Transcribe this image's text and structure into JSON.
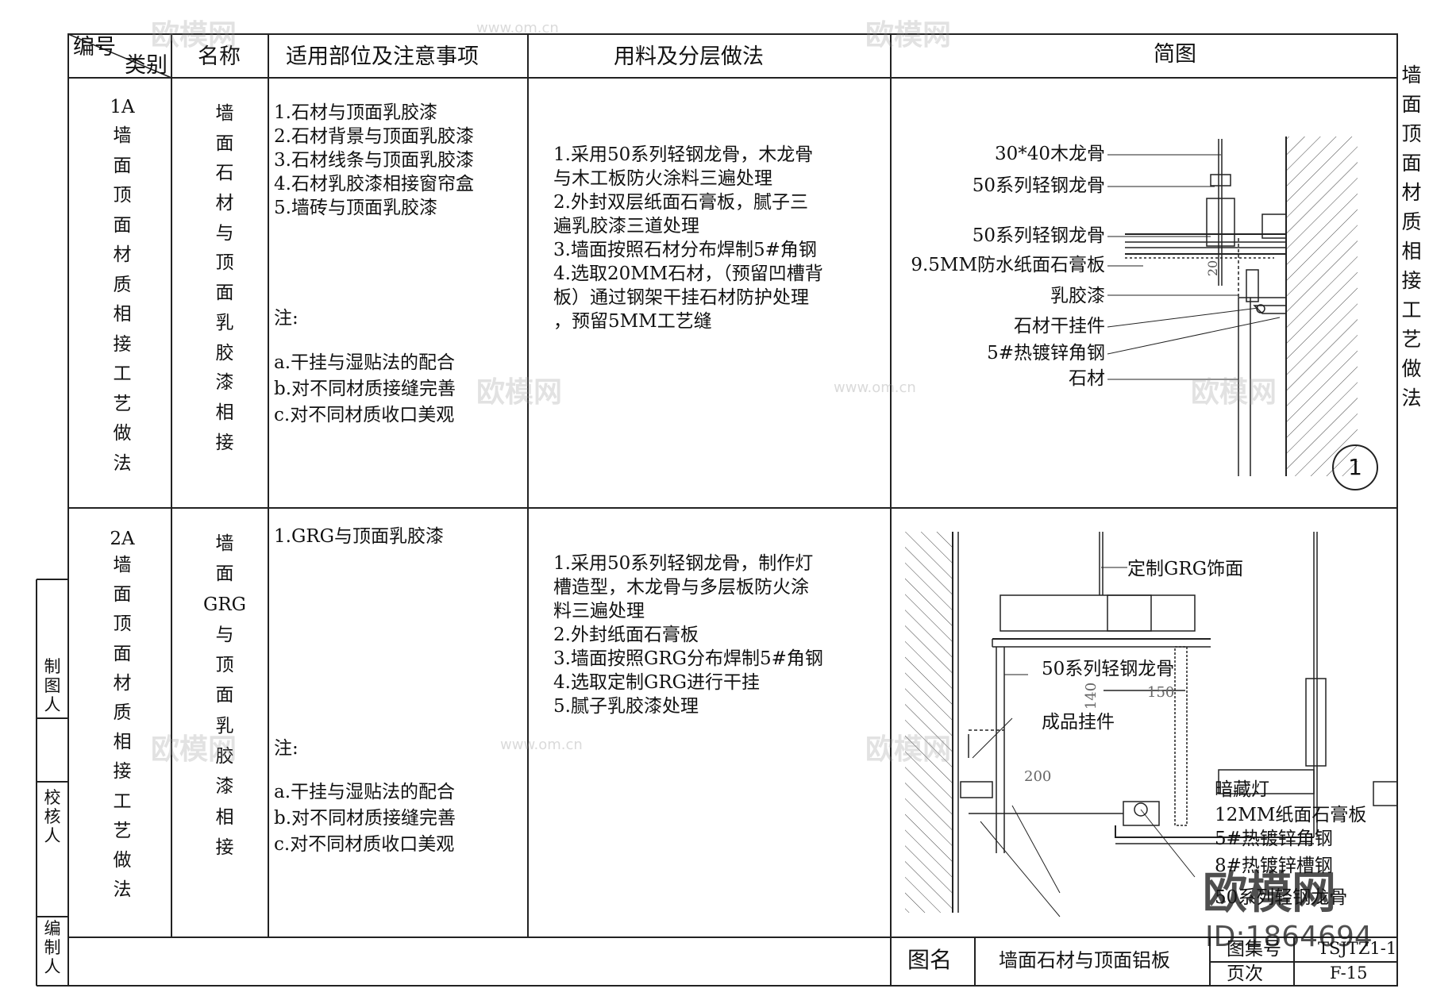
{
  "header": {
    "code_label": "编号",
    "category_label": "类别",
    "name_label": "名称",
    "scope_label": "适用部位及注意事项",
    "method_label": "用料及分层做法",
    "diagram_label": "简图"
  },
  "side_title": "墙面顶面材质相接工艺做法",
  "rows": [
    {
      "code": "1A",
      "category": "墙面顶面材质相接工艺做法",
      "name": "墙面石材与顶面乳胶漆相接",
      "scope": [
        "1.石材与顶面乳胶漆",
        "2.石材背景与顶面乳胶漆",
        "3.石材线条与顶面乳胶漆",
        "4.石材乳胶漆相接窗帘盒",
        "5.墙砖与顶面乳胶漆"
      ],
      "note_title": "注:",
      "notes": [
        "a.干挂与湿贴法的配合",
        "b.对不同材质接缝完善",
        "c.对不同材质收口美观"
      ],
      "method": [
        "1.采用50系列轻钢龙骨，木龙骨",
        "与木工板防火涂料三遍处理",
        "2.外封双层纸面石膏板，腻子三",
        "遍乳胶漆三道处理",
        "3.墙面按照石材分布焊制5#角钢",
        "4.选取20MM石材，（预留凹槽背",
        "板）通过钢架干挂石材防护处理",
        "，预留5MM工艺缝"
      ],
      "diagram_labels": [
        "30*40木龙骨",
        "50系列轻钢龙骨",
        "50系列轻钢龙骨",
        "9.5MM防水纸面石膏板",
        "乳胶漆",
        "石材干挂件",
        "5#热镀锌角钢",
        "石材"
      ],
      "diagram_number": "1",
      "dims": [
        "20"
      ]
    },
    {
      "code": "2A",
      "category": "墙面顶面材质相接工艺做法",
      "name": [
        "墙",
        "面",
        "GRG",
        "与",
        "顶",
        "面",
        "乳",
        "胶",
        "漆",
        "相",
        "接"
      ],
      "scope": [
        "1.GRG与顶面乳胶漆"
      ],
      "note_title": "注:",
      "notes": [
        "a.干挂与湿贴法的配合",
        "b.对不同材质接缝完善",
        "c.对不同材质收口美观"
      ],
      "method": [
        "1.采用50系列轻钢龙骨，制作灯",
        "槽造型，木龙骨与多层板防火涂",
        "料三遍处理",
        "2.外封纸面石膏板",
        "3.墙面按照GRG分布焊制5#角钢",
        "4.选取定制GRG进行干挂",
        "5.腻子乳胶漆处理"
      ],
      "diagram_labels": [
        "定制GRG饰面",
        "50系列轻钢龙骨",
        "成品挂件",
        "暗藏灯",
        "12MM纸面石膏板",
        "5#热镀锌角钢",
        "8#热镀锌槽钢",
        "50系列轻钢龙骨"
      ],
      "dims": [
        "140",
        "150",
        "200"
      ]
    }
  ],
  "sign_cells": [
    "制图人",
    "校核人",
    "编制人"
  ],
  "footer": {
    "title_label": "图名",
    "title_value": "墙面石材与顶面铝板",
    "atlas_label": "图集号",
    "atlas_value": "TSJTZ1-1",
    "page_label": "页次",
    "page_value": "F-15"
  },
  "watermark": {
    "brand": "欧模网",
    "url": "www.om.cn",
    "id": "ID:1864694"
  }
}
